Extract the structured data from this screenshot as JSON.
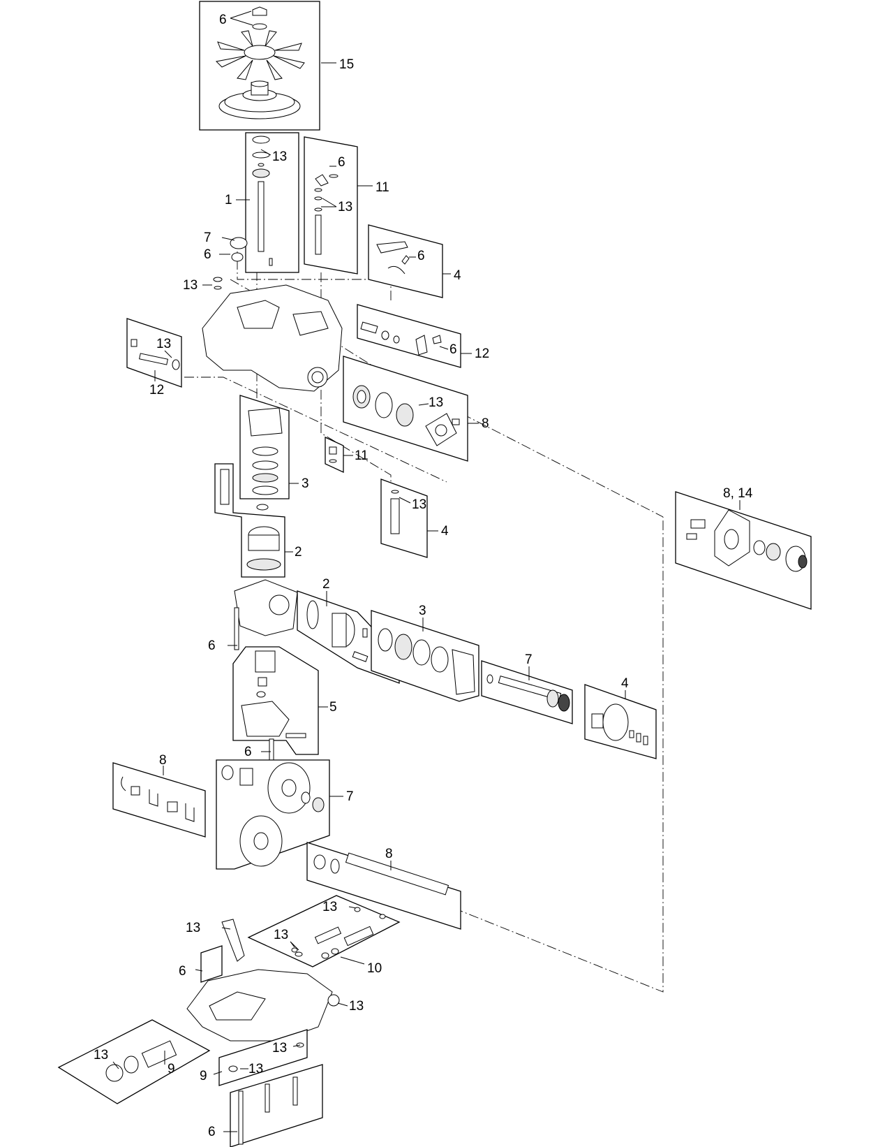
{
  "callouts": {
    "fan_6": "6",
    "fan_15": "15",
    "shaft_13": "13",
    "shaft_1": "1",
    "lever_6": "6",
    "lever_11": "11",
    "lever_13": "13",
    "plug_7": "7",
    "plug_6": "6",
    "arm_6": "6",
    "arm_4": "4",
    "left_13_top": "13",
    "kit12_right_6": "6",
    "kit12_right": "12",
    "kit12_left_13": "13",
    "kit12_left": "12",
    "bearing_13": "13",
    "bearing_8": "8",
    "thrust_3": "3",
    "small_11": "11",
    "pin_13": "13",
    "pin_4": "4",
    "piston_2": "2",
    "hub_8_14": "8, 14",
    "center_6": "6",
    "cyl_2": "2",
    "swash_3": "3",
    "shaft_7": "7",
    "plate_4": "4",
    "cover_5": "5",
    "cover_6": "6",
    "shims_8": "8",
    "gears_7": "7",
    "axle_8": "8",
    "tube_13": "13",
    "valve_13a": "13",
    "valve_13b": "13",
    "valve_10": "10",
    "gasket_6": "6",
    "plug_13": "13",
    "filter_13": "13",
    "filter_9": "9",
    "bolts_9": "9",
    "bolts_13a": "13",
    "bolts_13b": "13",
    "bolts_6": "6"
  }
}
